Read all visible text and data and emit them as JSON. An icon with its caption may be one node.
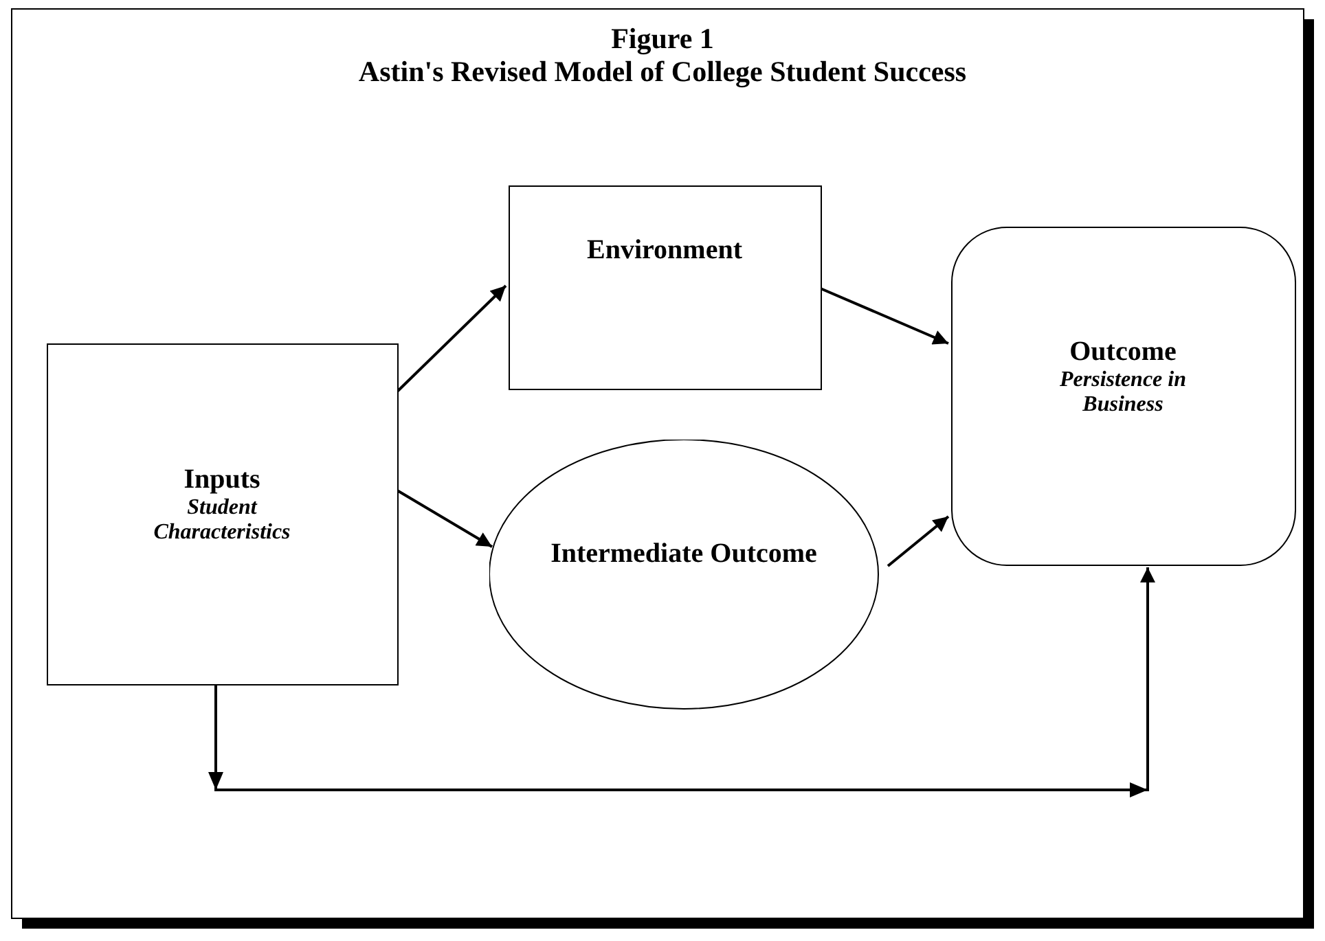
{
  "diagram": {
    "title": "Astin's Revised Model of College Student Success",
    "nodes": [
      {
        "text": [
          "Inputs",
          "Student Characteristics"
        ]
      },
      {
        "text": [
          "Environment"
        ]
      },
      {
        "text": [
          "Intermediate Outcome"
        ]
      },
      {
        "text": [
          "Outcome",
          "Persistence in Business"
        ]
      }
    ],
    "edges": [
      {
        "from": 0,
        "to": 1,
        "arrow": "to"
      },
      {
        "from": 1,
        "to": 3,
        "arrow": "to"
      },
      {
        "from": 0,
        "to": 2,
        "arrow": "to"
      },
      {
        "from": 2,
        "to": 3,
        "arrow": "to"
      },
      {
        "from": 0,
        "to": 3,
        "arrow": "to"
      }
    ],
    "labels": [
      "Figure 1"
    ]
  }
}
